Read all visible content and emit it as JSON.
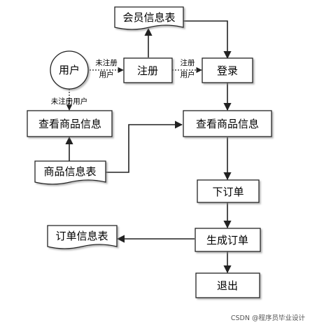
{
  "diagram": {
    "nodes": {
      "user": "用户",
      "member_table": "会员信息表",
      "register": "注册",
      "login": "登录",
      "view_goods_left": "查看商品信息",
      "view_goods_right": "查看商品信息",
      "goods_table": "商品信息表",
      "place_order": "下订单",
      "generate_order": "生成订单",
      "order_table": "订单信息表",
      "exit": "退出"
    },
    "edge_labels": {
      "user_to_register_line1": "未注册",
      "user_to_register_line2": "用户",
      "register_to_login_line1": "注册",
      "register_to_login_line2": "用户",
      "user_to_view_left": "未注册用户"
    }
  },
  "watermark": "CSDN @程序员毕业设计"
}
